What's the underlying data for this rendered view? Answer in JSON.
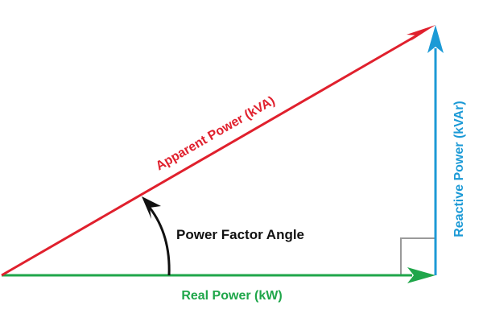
{
  "diagram": {
    "hypotenuse": {
      "label": "Apparent Power (kVA)",
      "color": "#e0202d"
    },
    "base": {
      "label": "Real Power (kW)",
      "color": "#1fa64a"
    },
    "vertical": {
      "label": "Reactive Power (kVAr)",
      "color": "#1c9ad6"
    },
    "angle": {
      "label": "Power Factor Angle",
      "color": "#111111"
    },
    "right_angle_marker_color": "#9a9a9a",
    "icons": [
      "arrow-head",
      "curved-arrow",
      "right-angle-marker"
    ]
  }
}
